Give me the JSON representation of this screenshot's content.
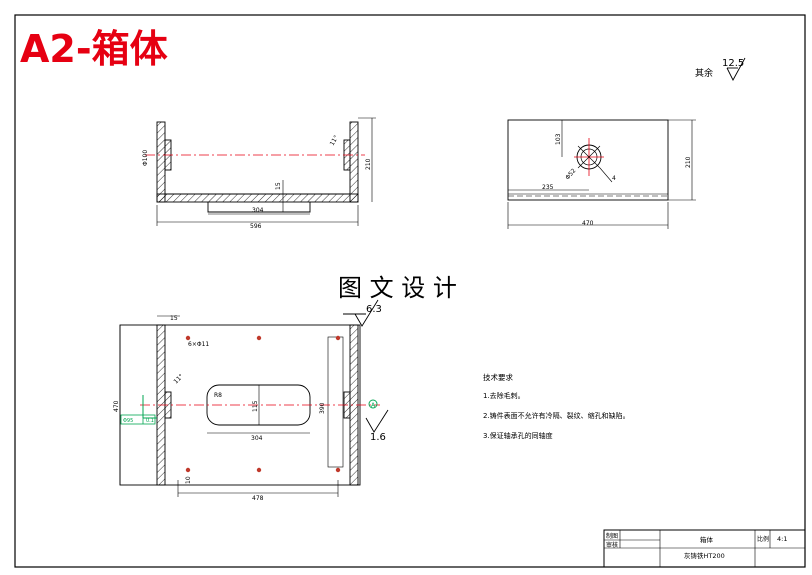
{
  "title": "A2-箱体",
  "watermark": "图 文 设 计",
  "roughness": {
    "other_label": "其余",
    "other_value": "12.5",
    "top_value": "6.3",
    "hole_value": "1.6"
  },
  "front_view": {
    "dims": {
      "overall_width": "596",
      "inner_length": "304",
      "height": "210",
      "floor": "15",
      "hole_dia": "Φ100",
      "chamfer": "11°"
    }
  },
  "side_view": {
    "dims": {
      "width": "470",
      "height": "210",
      "hole_height": "103",
      "hole_offset": "235",
      "hole_dia": "Φ52",
      "bolt": "4"
    }
  },
  "top_view": {
    "dims": {
      "wall": "15",
      "bolt_holes": "6×Φ11",
      "slot_length": "304",
      "slot_height": "115",
      "slot_radius": "R8",
      "inner_height": "390",
      "depth": "470",
      "bottom_width": "478",
      "edge": "10",
      "angle": "11°",
      "bore": "Φ95",
      "bore_tol": "0.1",
      "side_label": "A"
    }
  },
  "tech_req": {
    "heading": "技术要求",
    "items": [
      "1.去除毛刺。",
      "2.铸件表面不允许有冷隔、裂纹、缩孔和缺陷。",
      "3.保证轴承孔的同轴度"
    ]
  },
  "title_block": {
    "draw": "制图",
    "check": "审核",
    "part": "箱体",
    "scale_label": "比例",
    "scale": "4:1",
    "material": "灰铸铁HT200"
  }
}
